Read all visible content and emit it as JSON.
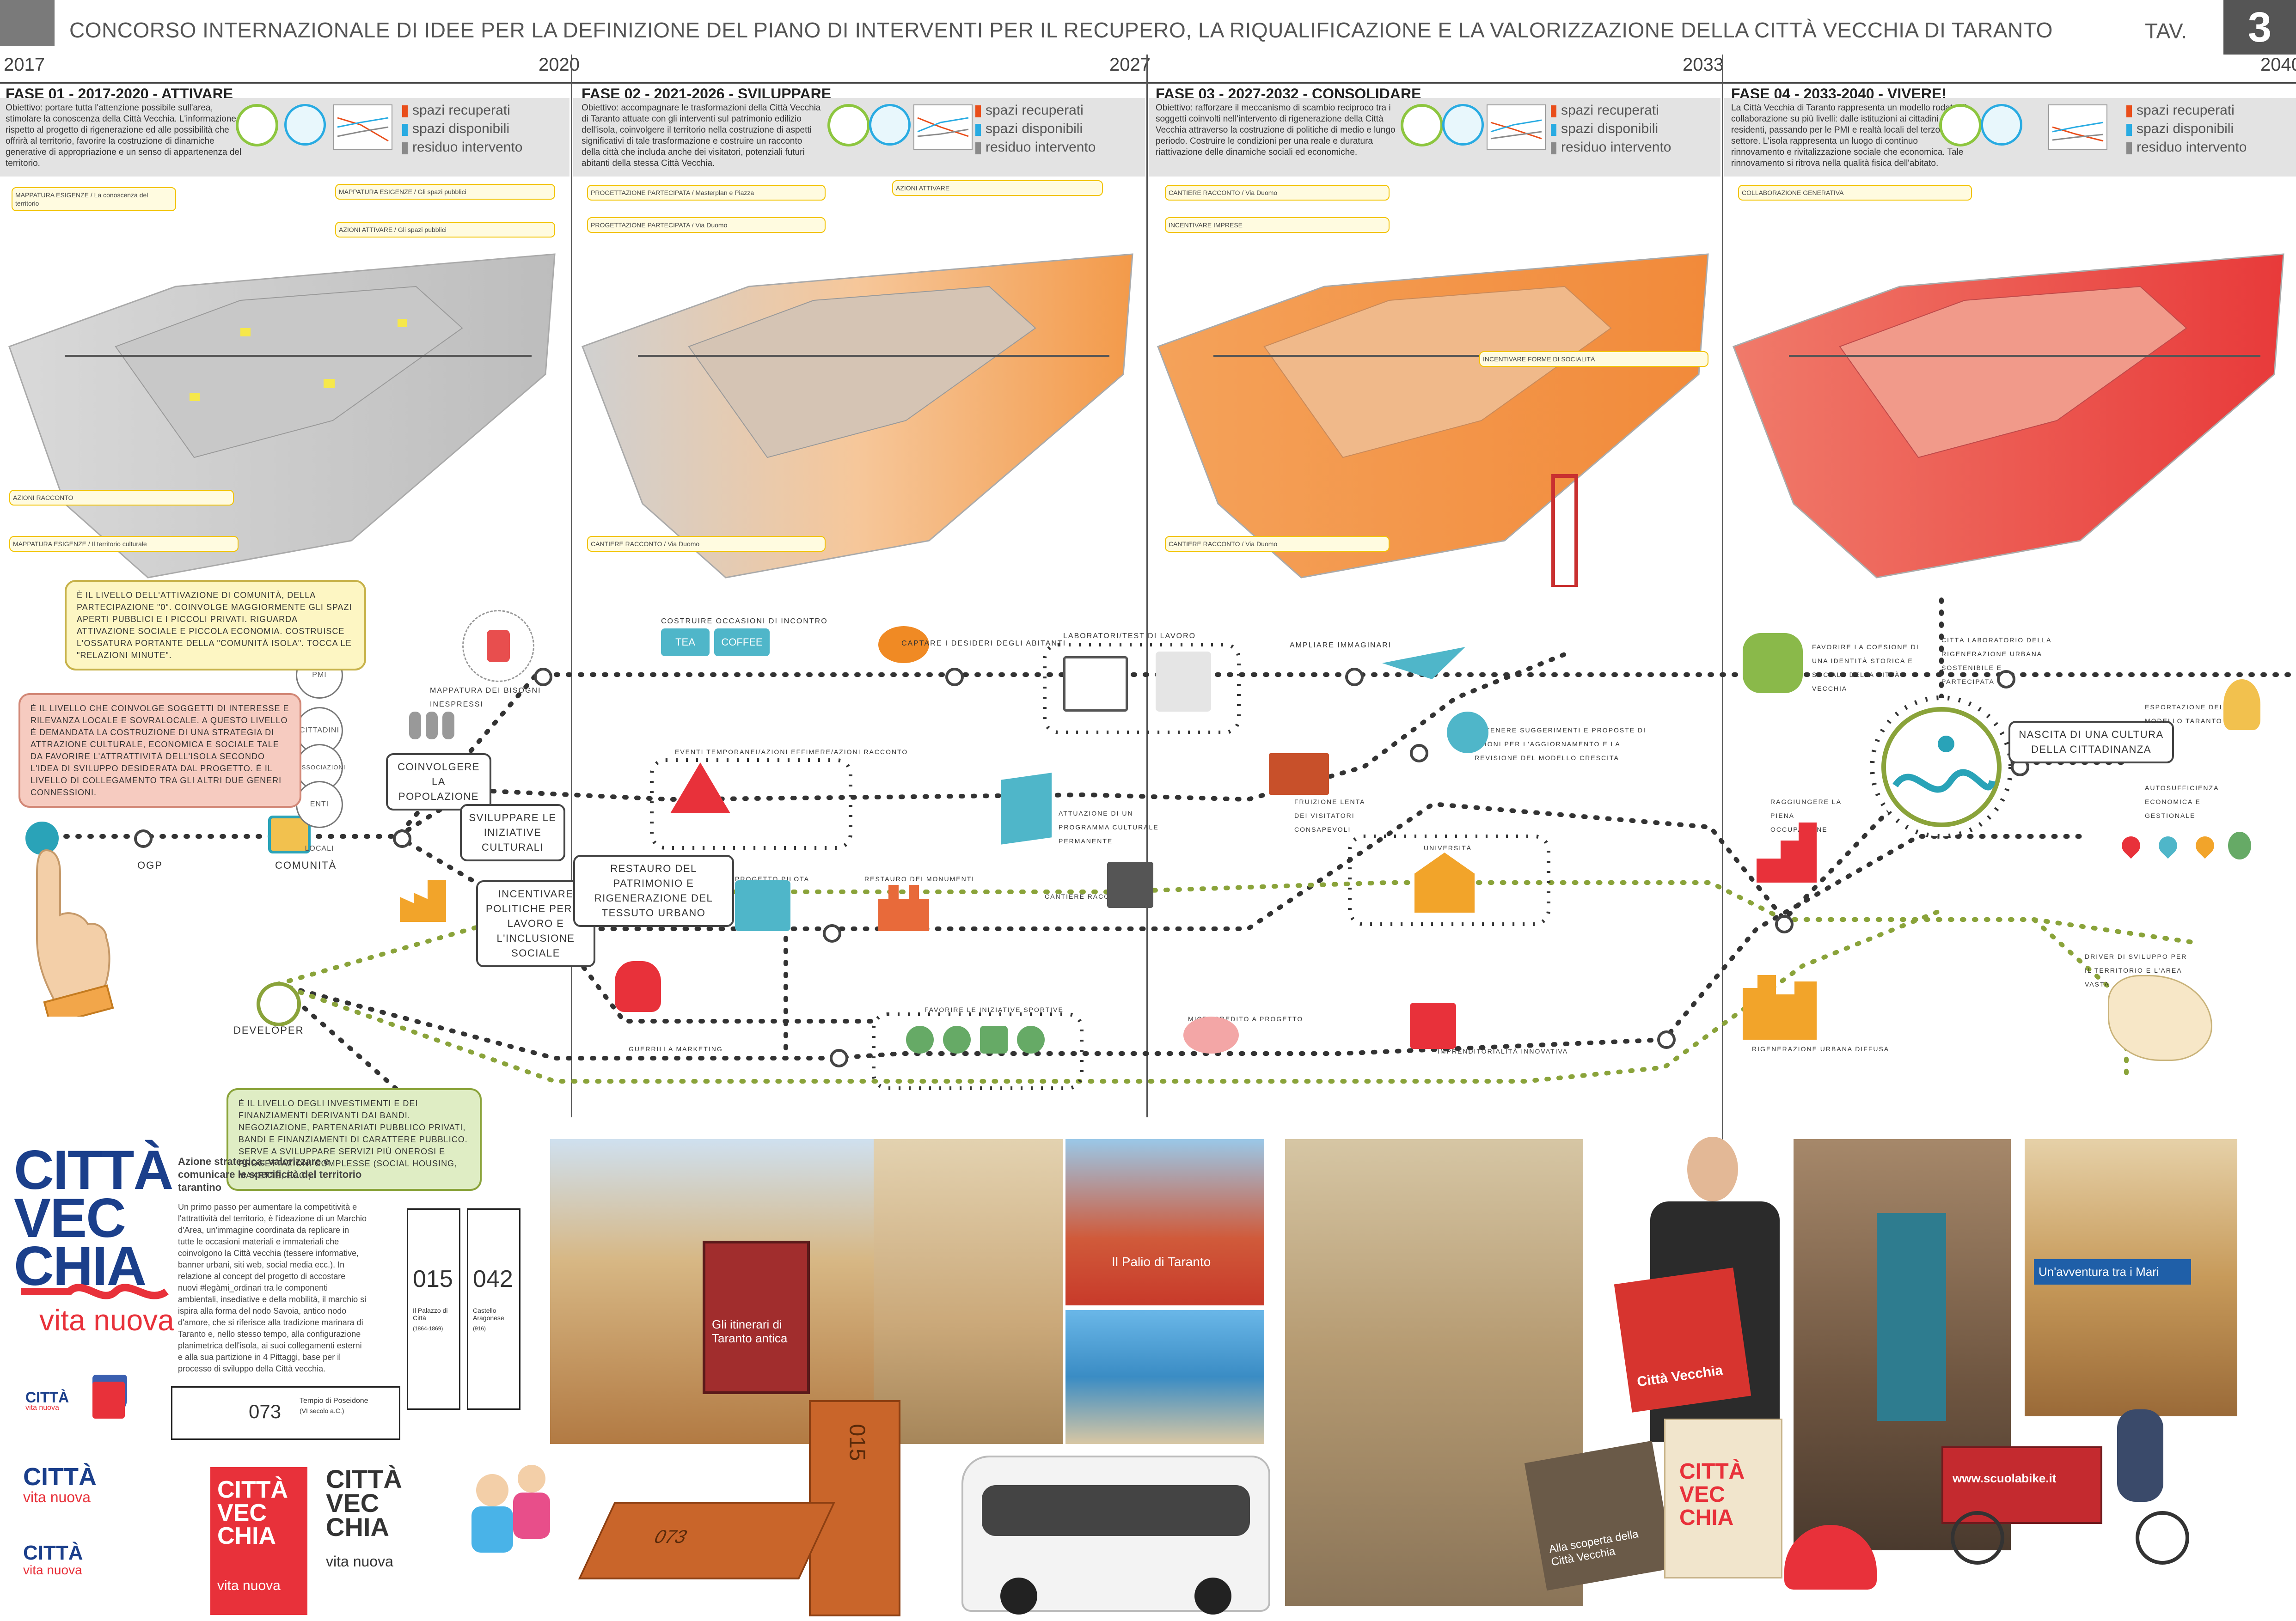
{
  "header": {
    "title": "CONCORSO INTERNAZIONALE DI IDEE PER LA DEFINIZIONE DEL PIANO DI INTERVENTI PER IL RECUPERO, LA RIQUALIFICAZIONE E LA VALORIZZAZIONE  DELLA CITTÀ VECCHIA DI TARANTO",
    "tav_label": "TAV.",
    "tav_number": "3"
  },
  "years": [
    "2017",
    "2020",
    "2027",
    "2033",
    "2040"
  ],
  "phases": [
    {
      "title": "FASE 01 - 2017-2020 - ATTIVARE",
      "desc": "Obiettivo: portare tutta l'attenzione possibile sull'area, stimolare la conoscenza della Città Vecchia. L'informazione rispetto al progetto di rigenerazione ed alle possibilità che offrirà al territorio, favorire la costruzione di dinamiche generative di appropriazione e un senso di appartenenza del territorio."
    },
    {
      "title": "FASE 02 - 2021-2026 - SVILUPPARE",
      "desc": "Obiettivo: accompagnare le trasformazioni della Città Vecchia di Taranto attuate con gli interventi sul patrimonio edilizio dell'isola, coinvolgere il territorio nella costruzione di aspetti significativi di tale trasformazione e costruire un racconto della città che includa anche dei visitatori, potenziali futuri abitanti della stessa Città Vecchia."
    },
    {
      "title": "FASE 03 - 2027-2032 - CONSOLIDARE",
      "desc": "Obiettivo: rafforzare il meccanismo di scambio reciproco tra i soggetti coinvolti nell'intervento di rigenerazione della Città Vecchia attraverso la costruzione di politiche di medio e lungo periodo. Costruire le condizioni per una reale e duratura riattivazione delle dinamiche sociali ed economiche."
    },
    {
      "title": "FASE 04 - 2033-2040 - VIVERE!",
      "desc": "La Città Vecchia di Taranto rappresenta un modello rodato di collaborazione su più livelli: dalle istituzioni ai cittadini residenti, passando per le PMI e realtà locali del terzo settore. L'isola rappresenta un luogo di continuo rinnovamento e rivitalizzazione sociale che economica. Tale rinnovamento si ritrova nella qualità fisica dell'abitato."
    }
  ],
  "legend": {
    "item1": "spazi recuperati",
    "item2": "spazi disponibili",
    "item3": "residuo intervento",
    "colors": {
      "recuperati": "#e94e1b",
      "disponibili": "#29abe2",
      "residuo": "#8a8a8a"
    }
  },
  "map_notes": {
    "f1a": "MAPPATURA ESIGENZE / La conoscenza del territorio",
    "f1b": "MAPPATURA ESIGENZE / Gli spazi pubblici",
    "f1c": "AZIONI ATTIVARE / Gli spazi pubblici",
    "f1d": "MAPPATURA ESIGENZE / Il territorio culturale",
    "f1e": "AZIONI RACCONTO",
    "f2a": "PROGETTAZIONE PARTECIPATA / Masterplan e Piazza",
    "f2b": "AZIONI ATTIVARE",
    "f2c": "CANTIERE RACCONTO / Via Duomo",
    "f2d": "PROGETTAZIONE PARTECIPATA / Via Duomo",
    "f3a": "CANTIERE RACCONTO / Via Duomo",
    "f3b": "INCENTIVARE IMPRESE",
    "f3c": "INCENTIVARE FORME DI SOCIALITÀ",
    "f3d": "CANTIERE RACCONTO / Via Duomo",
    "f4a": "COLLABORAZIONE GENERATIVA"
  },
  "diagram": {
    "levels": [
      "PMI",
      "CITTADINI",
      "ASSOCIAZIONI",
      "ENTI LOCALI"
    ],
    "info_top": "È IL LIVELLO DELL'ATTIVAZIONE DI COMUNITÀ, DELLA PARTECIPAZIONE \"0\". COINVOLGE MAGGIORMENTE GLI SPAZI APERTI PUBBLICI E I PICCOLI PRIVATI. RIGUARDA ATTIVAZIONE SOCIALE E PICCOLA ECONOMIA. COSTRUISCE L'OSSATURA PORTANTE DELLA \"COMUNITÀ ISOLA\". TOCCA LE \"RELAZIONI MINUTE\".",
    "info_mid": "È IL LIVELLO CHE COINVOLGE SOGGETTI DI INTERESSE E RILEVANZA LOCALE E SOVRALOCALE. A QUESTO LIVELLO È DEMANDATA LA COSTRUZIONE DI UNA STRATEGIA DI ATTRAZIONE CULTURALE, ECONOMICA E SOCIALE TALE DA FAVORIRE L'ATTRATTIVITÀ DELL'ISOLA SECONDO L'IDEA DI SVILUPPO DESIDERATA DAL PROGETTO. È IL LIVELLO DI COLLEGAMENTO TRA GLI ALTRI DUE GENERI CONNESSIONI.",
    "info_bot": "È IL LIVELLO DEGLI INVESTIMENTI E DEI FINANZIAMENTI DERIVANTI DAI BANDI. NEGOZIAZIONE, PARTENARIATI PUBBLICO PRIVATI, BANDI E FINANZIAMENTI DI CARATTERE PUBBLICO. SERVE A SVILUPPARE SERVIZI PIÙ ONEROSI E PROGETTAZIONI COMPLESSE (SOCIAL HOUSING, MAKETTE, ECC.).",
    "start_labels": {
      "ogp": "OGP",
      "comunita": "COMUNITÀ",
      "developer": "DEVELOPER"
    },
    "nodes": {
      "coinvolgere": "COINVOLGERE LA POPOLAZIONE",
      "sviluppare": "SVILUPPARE LE INIZIATIVE CULTURALI",
      "incentivare": "INCENTIVARE POLITICHE PER IL LAVORO E L'INCLUSIONE SOCIALE",
      "restauro": "RESTAURO DEL PATRIMONIO E RIGENERAZIONE DEL TESSUTO URBANO",
      "nascita": "NASCITA DI UNA CULTURA DELLA CITTADINANZA"
    },
    "labels": {
      "mappatura": "MAPPATURA DEI BISOGNI INESPRESSI",
      "costruire": "COSTRUIRE OCCASIONI DI INCONTRO",
      "tea": "TEA",
      "coffee": "COFFEE",
      "captare": "CAPTARE I DESIDERI DEGLI ABITANTI",
      "laboratori": "LABORATORI/TEST DI LAVORO",
      "ampliare": "AMPLIARE IMMAGINARI",
      "eventi": "EVENTI TEMPORANEI/AZIONI EFFIMERE/AZIONI RACCONTO",
      "attuazione": "ATTUAZIONE DI UN PROGRAMMA CULTURALE PERMANENTE",
      "cantiere": "CANTIERE RACCONTO",
      "progetto_pilota": "PROGETTO PILOTA",
      "restauro_monumenti": "RESTAURO DEI MONUMENTI",
      "fruizione": "FRUIZIONE LENTA DEI VISITATORI CONSAPEVOLI",
      "ottenere": "OTTENERE SUGGERIMENTI E PROPOSTE DI AZIONI PER L'AGGIORNAMENTO E LA REVISIONE DEL MODELLO CRESCITA",
      "universita": "UNIVERSITÀ",
      "favorire_identita": "FAVORIRE LA COESIONE DI UNA IDENTITÀ STORICA E SOCIALE DELLA CITTÀ VECCHIA",
      "citta_lab": "CITTÀ LABORATORIO DELLA RIGENERAZIONE URBANA SOSTENIBILE E PARTECIPATA",
      "esportazione": "ESPORTAZIONE DEL MODELLO TARANTO",
      "raggiungere": "RAGGIUNGERE LA PIENA OCCUPAZIONE",
      "autosufficienza": "AUTOSUFFICIENZA ECONOMICA E GESTIONALE",
      "favorire_sportive": "FAVORIRE LE INIZIATIVE SPORTIVE",
      "guerrilla": "GUERRILLA MARKETING",
      "microcredito": "MICROCREDITO A PROGETTO",
      "imprenditorialita": "IMPRENDITORIALITÀ INNOVATIVA",
      "rigenerazione": "RIGENERAZIONE URBANA DIFFUSA",
      "driver": "DRIVER DI SVILUPPO PER IL TERRITORIO E L'AREA VASTA"
    }
  },
  "brand": {
    "logo_line1": "CITTÀ",
    "logo_line2": "VEC",
    "logo_line3": "CHIA",
    "tagline": "vita nuova",
    "strategy_title": "Azione strategica: valorizzare e comunicare le specificità del territorio tarantino",
    "strategy_text": "Un primo passo per aumentare la competitività e l'attrattività del territorio, è l'ideazione di un Marchio d'Area, un'immagine coordinata da replicare in tutte le occasioni materiali e immateriali che coinvolgono la Città vecchia (tessere informative, banner urbani, siti web, social media ecc.). In relazione al concept del progetto di accostare nuovi #legàmi_ordinari tra le componenti ambientali, insediative e della mobilità, il marchio si ispira alla forma del nodo Savoia, antico nodo d'amore, che si riferisce alla tradizione marinara di Taranto e, nello stesso tempo, alla configurazione planimetrica dell'isola, ai suoi collegamenti esterni e alla sua partizione in 4 Pittaggi, base per il processo di sviluppo della Città vecchia.",
    "plaque1_num": "015",
    "plaque1_name": "Il Palazzo di Città",
    "plaque1_date": "(1864-1869)",
    "plaque2_num": "042",
    "plaque2_name": "Castello Aragonese",
    "plaque2_date": "(916)",
    "plaque3_num": "073",
    "plaque3_name": "Tempio di Poseidone",
    "plaque3_date": "(VI secolo a.C.)",
    "vn_small": "vita nuova",
    "photo_banner": "Gli itinerari di Taranto antica",
    "photo_palio": "Il Palio di Taranto",
    "photo_book": "Alla scoperta della Città Vecchia",
    "photo_street_banner": "Un'avventura tra i Mari",
    "photo_bike": "www.scuolabike.it",
    "photo_magazine": "Città Vecchia"
  }
}
